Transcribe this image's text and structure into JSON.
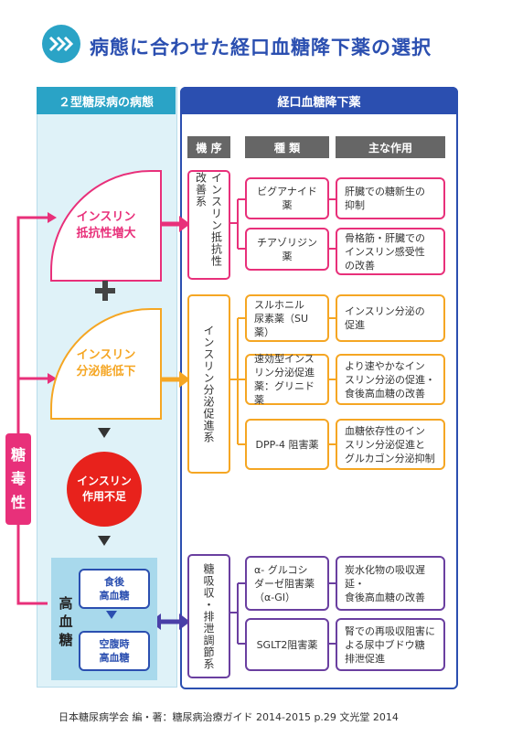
{
  "title": "病態に合わせた経口血糖降下薬の選択",
  "left_header": "２型糖尿病の病態",
  "right_header": "経口血糖降下薬",
  "col_headers": {
    "mechanism": "機 序",
    "type": "種 類",
    "action": "主な作用"
  },
  "pathology": {
    "insulin_resistance": [
      "インスリン",
      "抵抗性増大"
    ],
    "plus": "+",
    "insulin_secretion": [
      "インスリン",
      "分泌能低下"
    ],
    "insulin_deficiency": [
      "インスリン",
      "作用不足"
    ],
    "hyperglycemia": [
      "高血",
      "糖"
    ],
    "postprandial": [
      "食後",
      "高血糖"
    ],
    "fasting": [
      "空腹時",
      "高血糖"
    ],
    "toxicity": [
      "糖",
      "毒",
      "性"
    ]
  },
  "mechanisms": {
    "resistance": "インスリン抵抗性改善系",
    "secretion": "インスリン分泌促進系",
    "absorption": "糖吸収・排泄調節系"
  },
  "drugs": {
    "biguanide": "ビグアナイド薬",
    "thiazolidine": "チアゾリジン薬",
    "su": [
      "スルホニル",
      "尿素薬（SU薬）"
    ],
    "glinide": [
      "速効型インス",
      "リン分泌促進",
      "薬：グリニド薬"
    ],
    "dpp4": "DPP-4 阻害薬",
    "agi": [
      "α- グルコシ",
      "ダーゼ阻害薬",
      "（α-GI）"
    ],
    "sglt2": "SGLT2阻害薬"
  },
  "actions": {
    "biguanide": [
      "肝臓での糖新生の",
      "抑制"
    ],
    "thiazolidine": [
      "骨格筋・肝臓での",
      "インスリン感受性",
      "の改善"
    ],
    "su": [
      "インスリン分泌の",
      "促進"
    ],
    "glinide": [
      "より速やかなイン",
      "スリン分泌の促進・",
      "食後高血糖の改善"
    ],
    "dpp4": [
      "血糖依存性のイン",
      "スリン分泌促進と",
      "グルカゴン分泌抑制"
    ],
    "agi": [
      "炭水化物の吸収遅延・",
      "食後高血糖の改善"
    ],
    "sglt2": [
      "腎での再吸収阻害に",
      "よる尿中ブドウ糖",
      "排泄促進"
    ]
  },
  "footer": "日本糖尿病学会 編・著：糖尿病治療ガイド 2014-2015 p.29 文光堂 2014",
  "colors": {
    "pink": "#e8307a",
    "orange": "#f5a623",
    "blue": "#2b4fb0",
    "cyan": "#2aa3c6",
    "red": "#e8221c",
    "violet": "#6a3fa0"
  }
}
